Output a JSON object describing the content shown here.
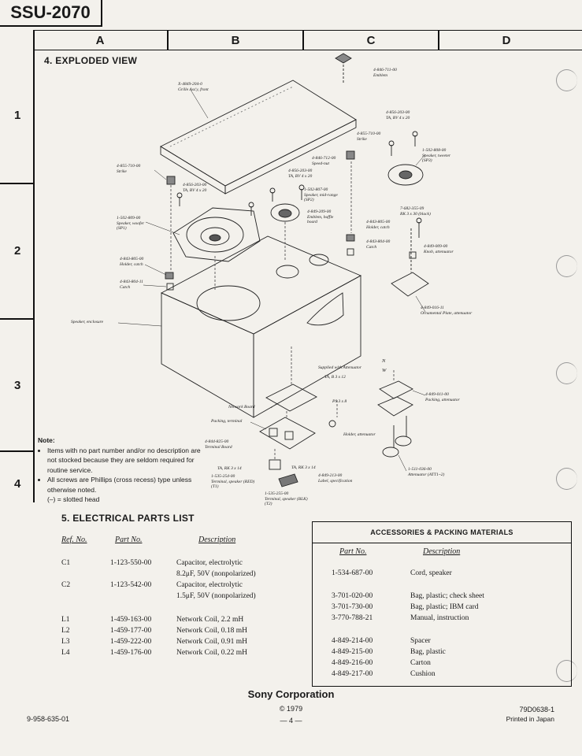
{
  "header": {
    "model": "SSU-2070"
  },
  "grid": {
    "columns": [
      "A",
      "B",
      "C",
      "D"
    ],
    "rows": [
      "1",
      "2",
      "3",
      "4"
    ]
  },
  "exploded": {
    "title": "4.  EXPLODED VIEW",
    "labels": [
      {
        "id": "emblem",
        "text": "4-846-711-00\nEmblem"
      },
      {
        "id": "grille",
        "text": "X-4849-204-0\nGrille Ass'y, front"
      },
      {
        "id": "screw-tweeter",
        "text": "4-856-203-00\nTA, BV 4 x 20"
      },
      {
        "id": "strike-right",
        "text": "4-855-710-00\nStrike"
      },
      {
        "id": "tweeter",
        "text": "1-502-808-00\nSpeaker, tweeter\n(SP3)"
      },
      {
        "id": "speed-nut",
        "text": "4-846-712-00\nSpeed-nut"
      },
      {
        "id": "strike-left",
        "text": "4-855-710-00\nStrike"
      },
      {
        "id": "screw-mid",
        "text": "4-856-203-00\nTA, BV 4 x 20"
      },
      {
        "id": "screw-woofer",
        "text": "4-856-203-00\nTA, BV 4 x 20"
      },
      {
        "id": "midrange",
        "text": "1-502-807-00\nSpeaker, mid-range\n(SP2)"
      },
      {
        "id": "rk-screw",
        "text": "7-682-355-09\nRK 3 x 30 (black)"
      },
      {
        "id": "emblem-baffle",
        "text": "4-849-209-00\nEmblem, baffle\nboard"
      },
      {
        "id": "woofer",
        "text": "1-502-809-00\nSpeaker, woofer\n(SP1)"
      },
      {
        "id": "holder-catch-r",
        "text": "4-843-805-00\nHolder, catch"
      },
      {
        "id": "catch-r",
        "text": "4-843-804-00\nCatch"
      },
      {
        "id": "knob",
        "text": "4-849-009-00\nKnob, attenuator"
      },
      {
        "id": "holder-catch-l",
        "text": "4-843-805-00\nHolder, catch"
      },
      {
        "id": "catch-l",
        "text": "4-843-804-11\nCatch"
      },
      {
        "id": "ornamental",
        "text": "4-849-016-11\nOrnamental Plate, attenuator"
      },
      {
        "id": "enclosure",
        "text": "Speaker, enclosure"
      },
      {
        "id": "supplied",
        "text": "Supplied with Attenuator"
      },
      {
        "id": "ta-b3",
        "text": "TA, B 3 x 12"
      },
      {
        "id": "packing-att",
        "text": "4-849-011-00\nPacking, attenuator"
      },
      {
        "id": "network",
        "text": "Network Board"
      },
      {
        "id": "ps3",
        "text": "PS 3 x 8"
      },
      {
        "id": "packing-term",
        "text": "Packing, terminal"
      },
      {
        "id": "holder-att",
        "text": "Holder, attenuator"
      },
      {
        "id": "terminal-board",
        "text": "4-844-825-00\nTerminal Board"
      },
      {
        "id": "ta-rk-l",
        "text": "TA, RK 3 x 14"
      },
      {
        "id": "ta-rk-r",
        "text": "TA, RK 3 x 14"
      },
      {
        "id": "terminal-red",
        "text": "1-535-254-00\nTerminal, speaker (RED)\n(T1)"
      },
      {
        "id": "label-spec",
        "text": "4-849-213-00\nLabel, specification"
      },
      {
        "id": "attenuator",
        "text": "1-511-036-00\nAttenuator (ATT1~2)"
      },
      {
        "id": "terminal-blk",
        "text": "1-535-255-00\nTerminal, speaker (BLK)\n(T2)"
      },
      {
        "id": "n-mark",
        "text": "N"
      },
      {
        "id": "w-mark",
        "text": "W"
      }
    ]
  },
  "note": {
    "title": "Note:",
    "items": [
      "Items with no part number and/or no description are not stocked because they are seldom required for routine service.",
      "All screws are Phillips (cross recess) type unless otherwise noted."
    ],
    "slotted": "(–) = slotted head"
  },
  "parts_list": {
    "title": "5.  ELECTRICAL PARTS LIST",
    "headers": {
      "ref": "Ref. No.",
      "part": "Part No.",
      "desc": "Description"
    },
    "rows": [
      {
        "ref": "C1",
        "part": "1-123-550-00",
        "desc": "Capacitor, electrolytic"
      },
      {
        "ref": "",
        "part": "",
        "desc": "8.2μF, 50V (nonpolarized)"
      },
      {
        "ref": "C2",
        "part": "1-123-542-00",
        "desc": "Capacitor, electrolytic"
      },
      {
        "ref": "",
        "part": "",
        "desc": "1.5μF, 50V (nonpolarized)"
      },
      {
        "ref": "L1",
        "part": "1-459-163-00",
        "desc": "Network Coil, 2.2 mH"
      },
      {
        "ref": "L2",
        "part": "1-459-177-00",
        "desc": "Network Coil, 0.18 mH"
      },
      {
        "ref": "L3",
        "part": "1-459-222-00",
        "desc": "Network Coil, 0.91 mH"
      },
      {
        "ref": "L4",
        "part": "1-459-176-00",
        "desc": "Network Coil, 0.22 mH"
      }
    ]
  },
  "accessories": {
    "title": "ACCESSORIES & PACKING MATERIALS",
    "headers": {
      "part": "Part No.",
      "desc": "Description"
    },
    "rows": [
      {
        "part": "1-534-687-00",
        "desc": "Cord, speaker"
      },
      {
        "part": "3-701-020-00",
        "desc": "Bag, plastic; check sheet"
      },
      {
        "part": "3-701-730-00",
        "desc": "Bag, plastic; IBM card"
      },
      {
        "part": "3-770-788-21",
        "desc": "Manual, instruction"
      },
      {
        "part": "4-849-214-00",
        "desc": "Spacer"
      },
      {
        "part": "4-849-215-00",
        "desc": "Bag, plastic"
      },
      {
        "part": "4-849-216-00",
        "desc": "Carton"
      },
      {
        "part": "4-849-217-00",
        "desc": "Cushion"
      }
    ]
  },
  "footer": {
    "company": "Sony Corporation",
    "copyright": "© 1979",
    "page": "— 4 —",
    "doc_number": "9-958-635-01",
    "code": "79D0638-1",
    "printed": "Printed in Japan"
  }
}
